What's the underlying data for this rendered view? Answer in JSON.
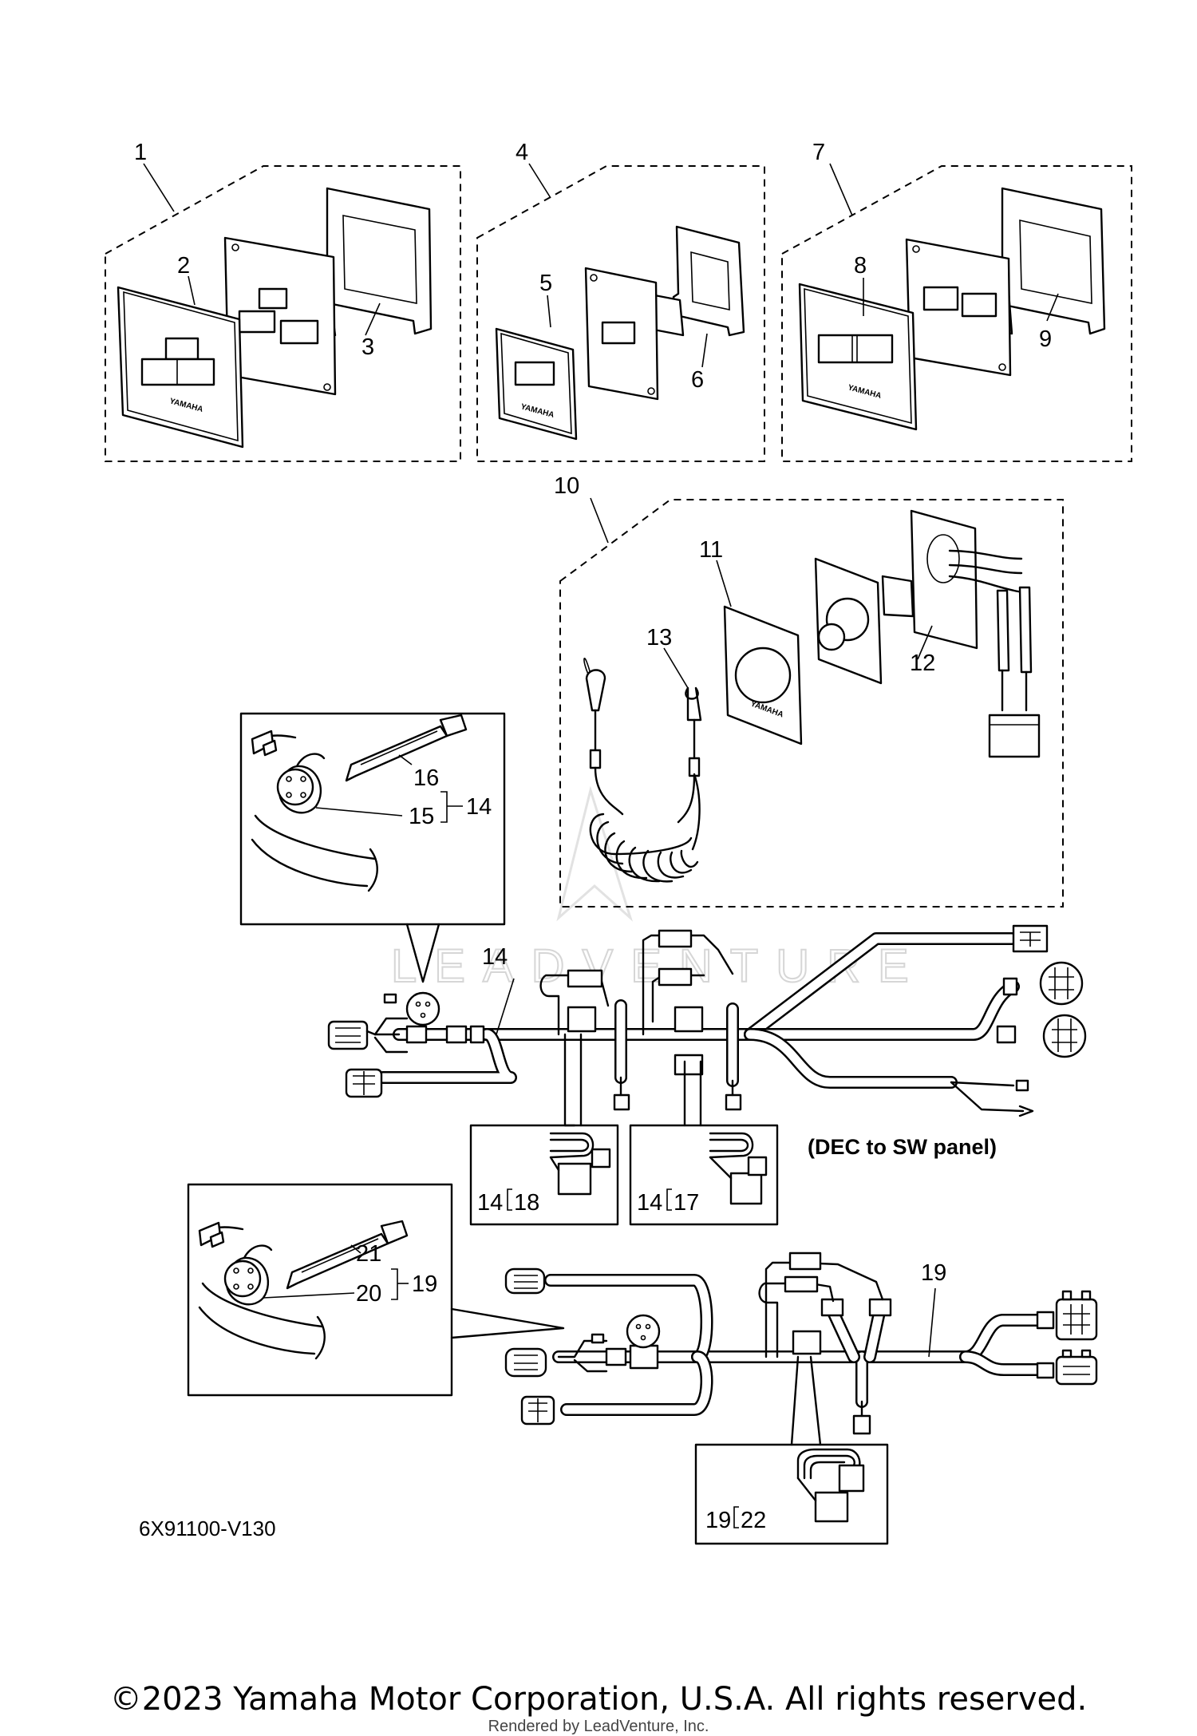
{
  "callouts": {
    "c1": "1",
    "c2": "2",
    "c3": "3",
    "c4": "4",
    "c5": "5",
    "c6": "6",
    "c7": "7",
    "c8": "8",
    "c9": "9",
    "c10": "10",
    "c11": "11",
    "c12": "12",
    "c13": "13",
    "c14_detail": "14",
    "c15": "15",
    "c16": "16",
    "c14_harness": "14",
    "c19_detail": "19",
    "c19_harness": "19",
    "c20": "20",
    "c21": "21"
  },
  "inset_labels": {
    "i18_parent": "14",
    "i18_part": "18",
    "i17_parent": "14",
    "i17_part": "17",
    "i22_parent": "19",
    "i22_part": "22"
  },
  "note": "(DEC to SW panel)",
  "diagram_code": "6X91100-V130",
  "brand_mark": "YAMAHA",
  "watermark": "LEADVENTURE",
  "copyright": "©2023 Yamaha Motor Corporation, U.S.A. All rights reserved.",
  "rendered_by": "Rendered by LeadVenture, Inc."
}
